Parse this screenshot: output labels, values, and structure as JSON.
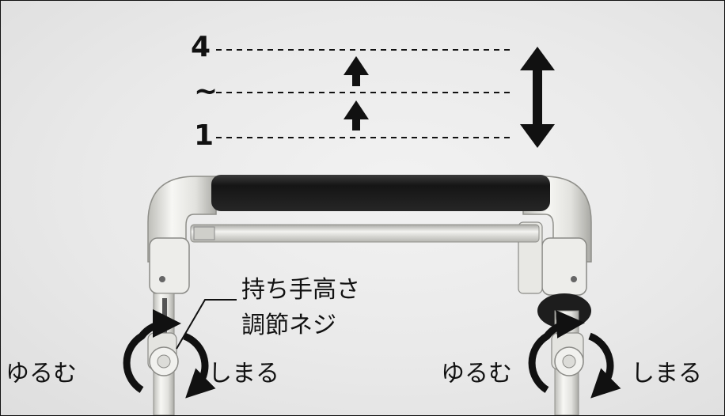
{
  "height_levels": {
    "top": "4",
    "middle": "~",
    "bottom": "1"
  },
  "callout": {
    "line1": "持ち手高さ",
    "line2": "調節ネジ"
  },
  "left_knob": {
    "loosen": "ゆるむ",
    "tighten": "しまる"
  },
  "right_knob": {
    "loosen": "ゆるむ",
    "tighten": "しまる"
  },
  "colors": {
    "arrow": "#111111",
    "grip": "#1e1e1e",
    "frame_metal": "#e6e6e2",
    "background": "#ececec"
  }
}
